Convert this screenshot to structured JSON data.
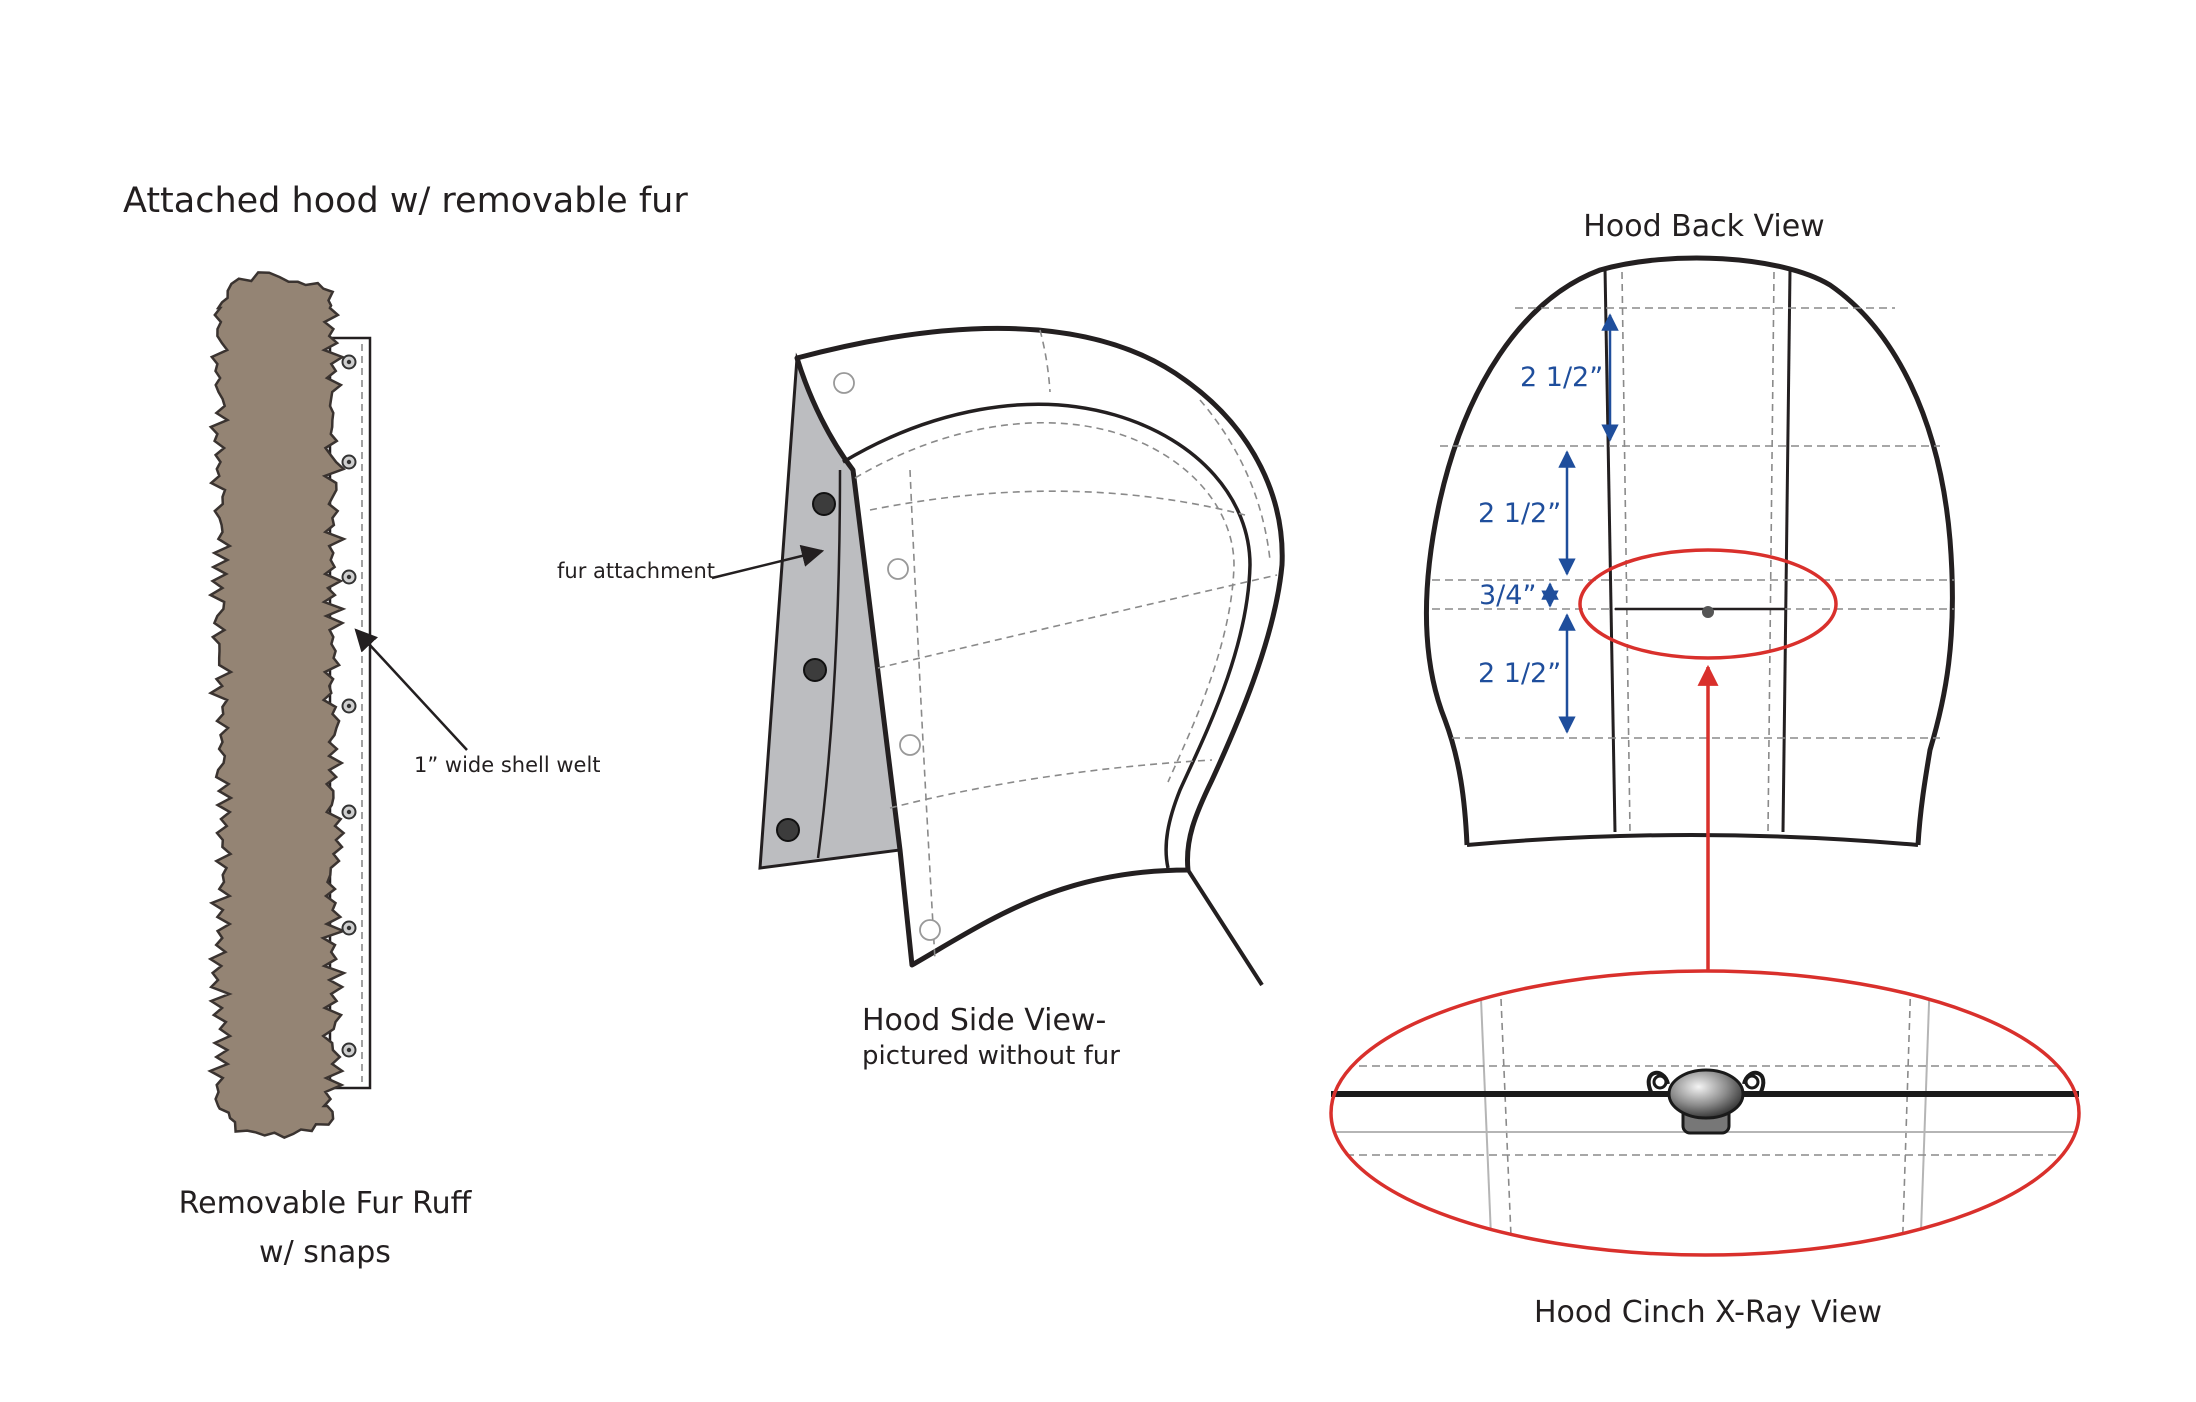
{
  "labels": {
    "title": "Attached hood w/ removable fur",
    "fur_ruff_line1": "Removable Fur Ruff",
    "fur_ruff_line2": "w/ snaps",
    "shell_welt": "1” wide shell welt",
    "fur_attachment": "fur attachment",
    "side_view_line1": "Hood Side View-",
    "side_view_line2": "pictured without fur",
    "back_view": "Hood Back View",
    "xray_view": "Hood Cinch X-Ray View"
  },
  "dimensions": [
    {
      "id": "dim-1",
      "text": "2 1/2”"
    },
    {
      "id": "dim-2",
      "text": "2 1/2”"
    },
    {
      "id": "dim-3",
      "text": "3/4”"
    },
    {
      "id": "dim-4",
      "text": "2 1/2”"
    }
  ],
  "colors": {
    "fur": "#948474",
    "fur_edge": "#3a3330",
    "lining": "#bcbdc0",
    "dimension": "#1f4e9c",
    "highlight": "#d9302c",
    "ink": "#231f20"
  },
  "icons": {
    "snap": "snap-icon",
    "cord_lock": "cord-lock-icon"
  }
}
